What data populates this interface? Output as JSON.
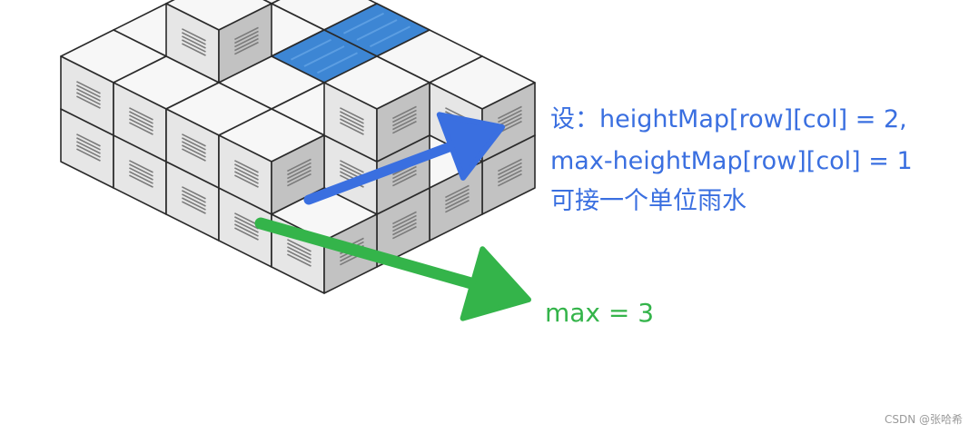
{
  "annotation_blue": {
    "line1": "设：heightMap[row][col] = 2,",
    "line2": "max-heightMap[row][col] = 1",
    "line3": "可接一个单位雨水",
    "color": "#3a6fe0"
  },
  "annotation_green": {
    "label": "max = 3",
    "color": "#34b44a"
  },
  "watermark": "CSDN @张哈希",
  "colors": {
    "cube_top": "#f7f7f7",
    "cube_left": "#e6e6e6",
    "cube_right": "#c2c2c2",
    "outline": "#2a2a2a",
    "water": "#3d86d4"
  }
}
